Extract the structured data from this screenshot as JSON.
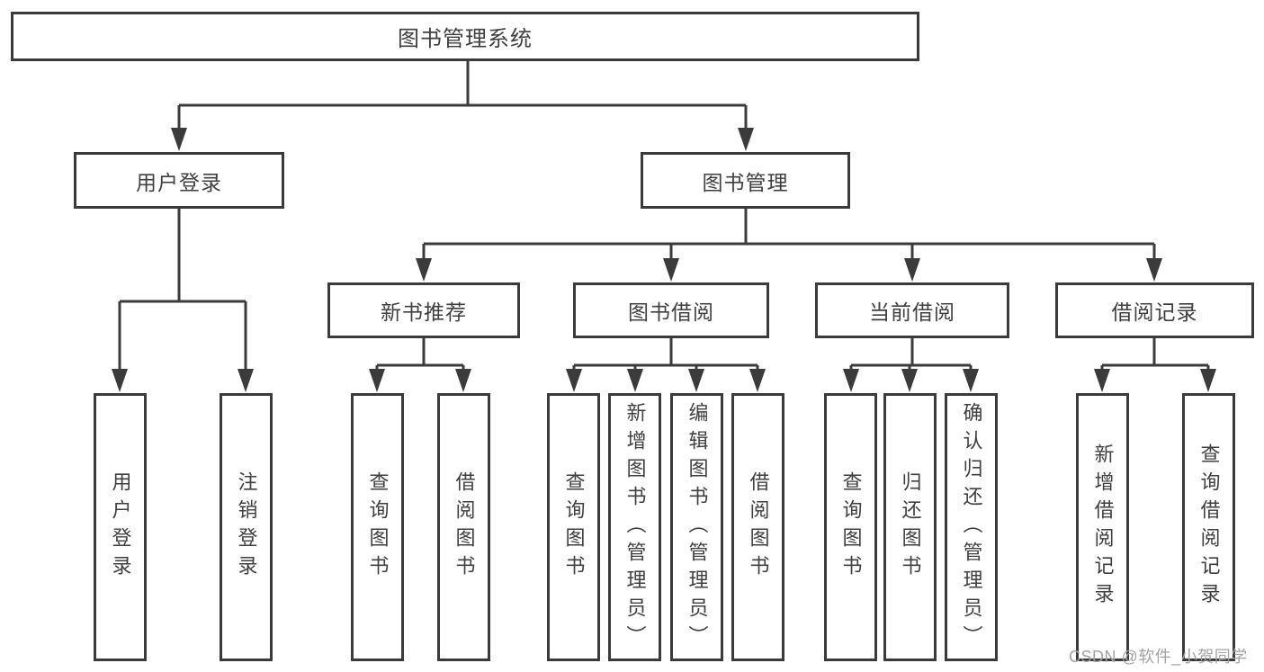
{
  "tree": {
    "root": {
      "label": "图书管理系统"
    },
    "level1": [
      {
        "label": "用户登录",
        "children": [
          "用户登录",
          "注销登录"
        ]
      },
      {
        "label": "图书管理",
        "groups": [
          {
            "label": "新书推荐",
            "children": [
              "查询图书",
              "借阅图书"
            ]
          },
          {
            "label": "图书借阅",
            "children": [
              "查询图书",
              "新增图书（管理员）",
              "编辑图书（管理员）",
              "借阅图书"
            ]
          },
          {
            "label": "当前借阅",
            "children": [
              "查询图书",
              "归还图书",
              "确认归还（管理员）"
            ]
          },
          {
            "label": "借阅记录",
            "children": [
              "新增借阅记录",
              "查询借阅记录"
            ]
          }
        ]
      }
    ]
  },
  "watermark": "CSDN @软件_小贺同学",
  "colors": {
    "line": "#3b3b3b",
    "text": "#3f3f3f",
    "box_background": "#ffffff",
    "page_background": "#ffffff",
    "watermark": "#a3a3a3"
  }
}
